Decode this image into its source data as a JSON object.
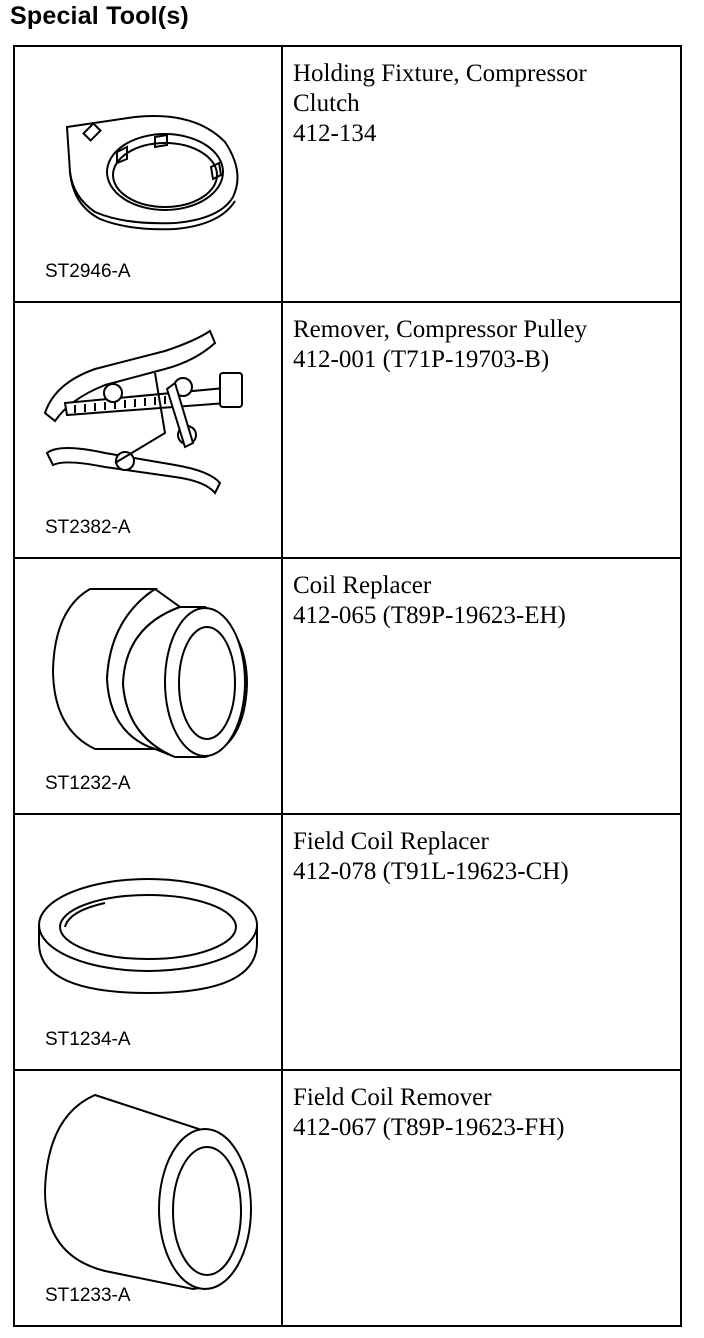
{
  "title": "Special Tool(s)",
  "tools": [
    {
      "image_code": "ST2946-A",
      "name_line1": "Holding Fixture, Compressor",
      "name_line2": "Clutch",
      "part": "412-134",
      "icon": "holding-fixture-icon"
    },
    {
      "image_code": "ST2382-A",
      "name_line1": "Remover, Compressor Pulley",
      "name_line2": "",
      "part": "412-001 (T71P-19703-B)",
      "icon": "pulley-remover-icon"
    },
    {
      "image_code": "ST1232-A",
      "name_line1": "Coil Replacer",
      "name_line2": "",
      "part": "412-065 (T89P-19623-EH)",
      "icon": "coil-replacer-icon"
    },
    {
      "image_code": "ST1234-A",
      "name_line1": "Field Coil Replacer",
      "name_line2": "",
      "part": "412-078 (T91L-19623-CH)",
      "icon": "field-coil-replacer-icon"
    },
    {
      "image_code": "ST1233-A",
      "name_line1": "Field Coil Remover",
      "name_line2": "",
      "part": "412-067 (T89P-19623-FH)",
      "icon": "field-coil-remover-icon"
    }
  ]
}
